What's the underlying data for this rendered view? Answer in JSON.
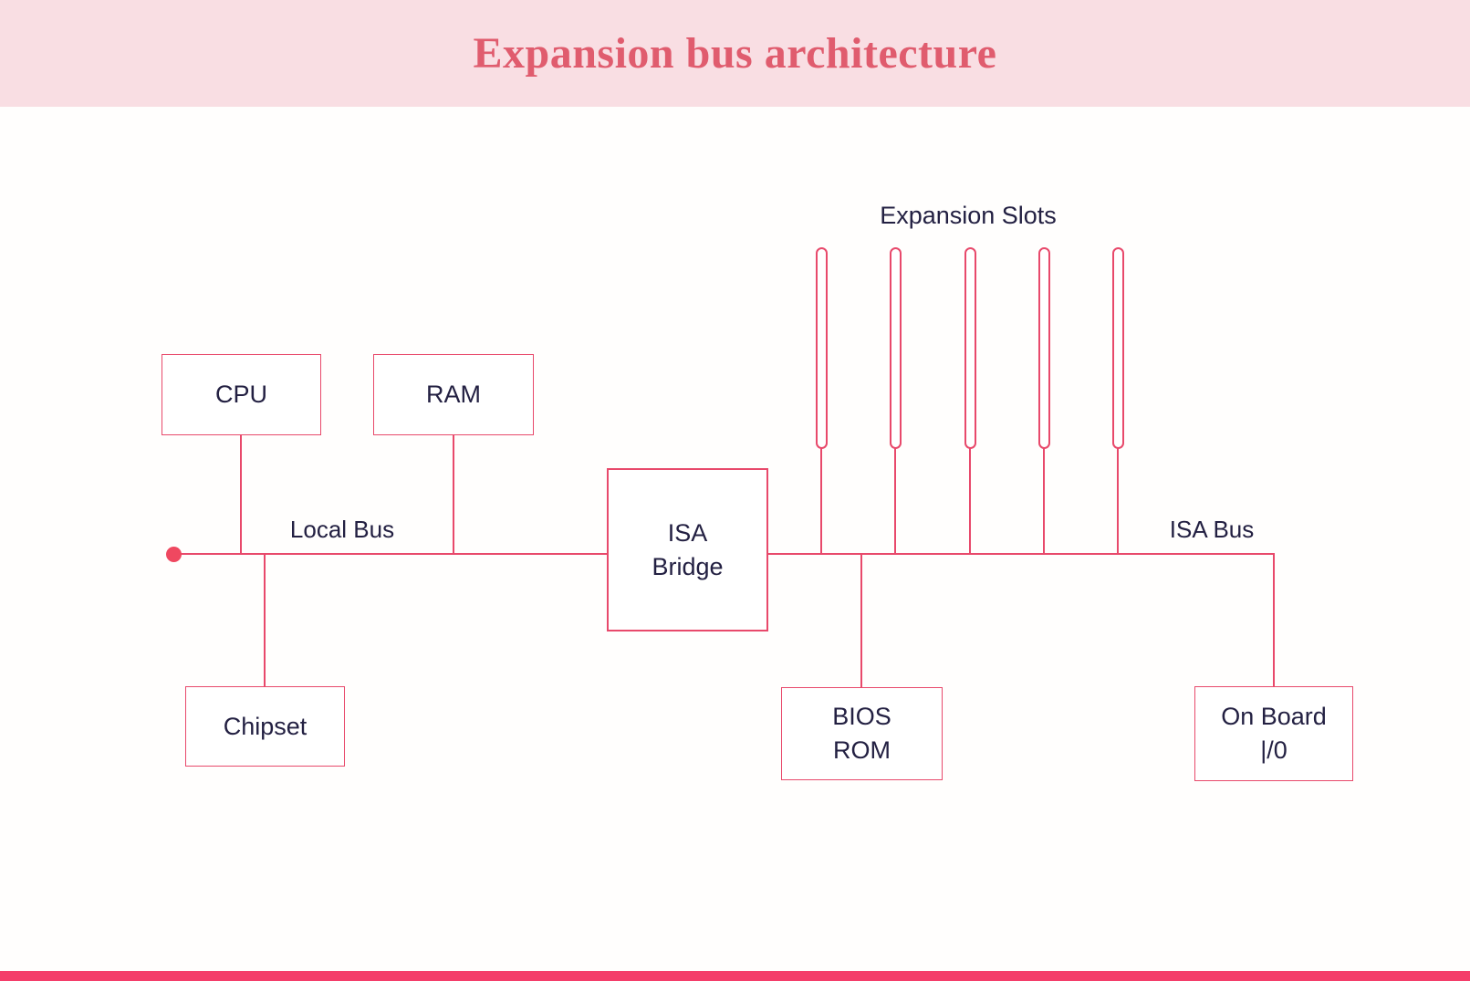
{
  "title": "Expansion bus architecture",
  "nodes": {
    "cpu": {
      "label": "CPU"
    },
    "ram": {
      "label": "RAM"
    },
    "isa_bridge": {
      "line1": "ISA",
      "line2": "Bridge"
    },
    "chipset": {
      "label": "Chipset"
    },
    "bios_rom": {
      "line1": "BIOS",
      "line2": "ROM"
    },
    "onboard_io": {
      "line1": "On Board",
      "line2": "|/0"
    }
  },
  "bus_labels": {
    "local_bus": "Local Bus",
    "isa_bus": "ISA Bus",
    "expansion_slots": "Expansion Slots"
  },
  "expansion_slots": {
    "count": 5
  },
  "colors": {
    "header_background": "#f9dee3",
    "title_text": "#e05c6e",
    "line": "#e8496b",
    "node_text": "#232042",
    "bottom_bar": "#f43e6a",
    "bus_dot": "#ef4860",
    "background": "#fffefd"
  }
}
